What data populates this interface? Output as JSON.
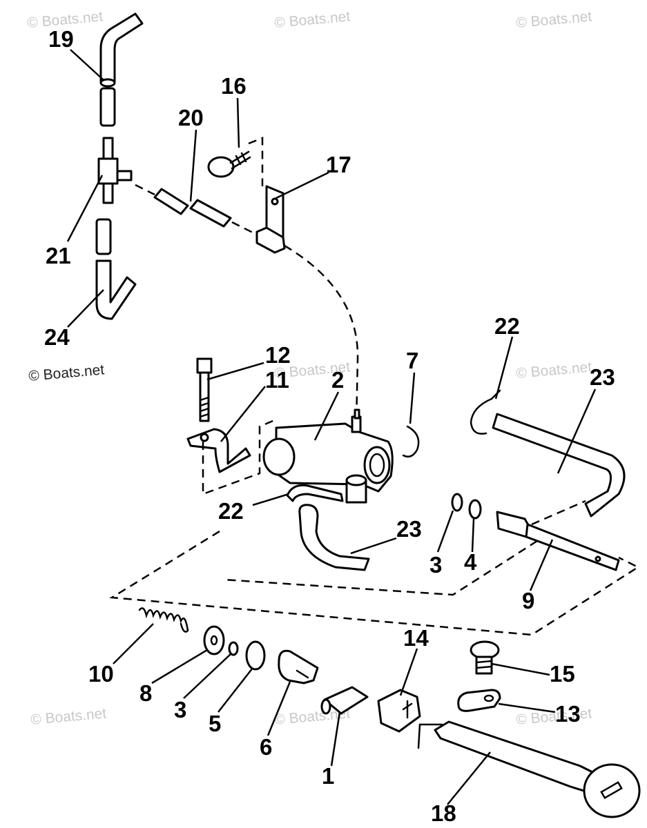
{
  "watermark": {
    "text": "© Boats.net"
  },
  "callouts": [
    {
      "id": "19",
      "label": "19"
    },
    {
      "id": "20",
      "label": "20"
    },
    {
      "id": "16",
      "label": "16"
    },
    {
      "id": "17",
      "label": "17"
    },
    {
      "id": "21",
      "label": "21"
    },
    {
      "id": "24",
      "label": "24"
    },
    {
      "id": "12",
      "label": "12"
    },
    {
      "id": "11",
      "label": "11"
    },
    {
      "id": "2",
      "label": "2"
    },
    {
      "id": "7",
      "label": "7"
    },
    {
      "id": "22a",
      "label": "22"
    },
    {
      "id": "23a",
      "label": "23"
    },
    {
      "id": "22b",
      "label": "22"
    },
    {
      "id": "23b",
      "label": "23"
    },
    {
      "id": "3a",
      "label": "3"
    },
    {
      "id": "4",
      "label": "4"
    },
    {
      "id": "9",
      "label": "9"
    },
    {
      "id": "10",
      "label": "10"
    },
    {
      "id": "8",
      "label": "8"
    },
    {
      "id": "3b",
      "label": "3"
    },
    {
      "id": "5",
      "label": "5"
    },
    {
      "id": "6",
      "label": "6"
    },
    {
      "id": "14",
      "label": "14"
    },
    {
      "id": "1",
      "label": "1"
    },
    {
      "id": "15",
      "label": "15"
    },
    {
      "id": "13",
      "label": "13"
    },
    {
      "id": "18",
      "label": "18"
    }
  ]
}
